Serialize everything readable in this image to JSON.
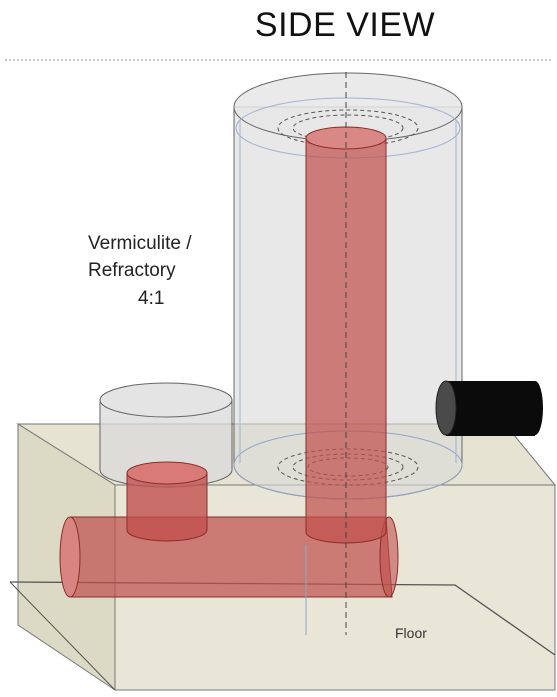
{
  "title": "SIDE VIEW",
  "labels": {
    "fill_material_line1": "Vermiculite /",
    "fill_material_line2": "Refractory",
    "mix_ratio": "4:1",
    "floor": "Floor"
  },
  "colors": {
    "box": "#ddd9c3",
    "chamber": "#d9d9d9",
    "pipe": "#c0504d",
    "outlet": "#000000"
  }
}
